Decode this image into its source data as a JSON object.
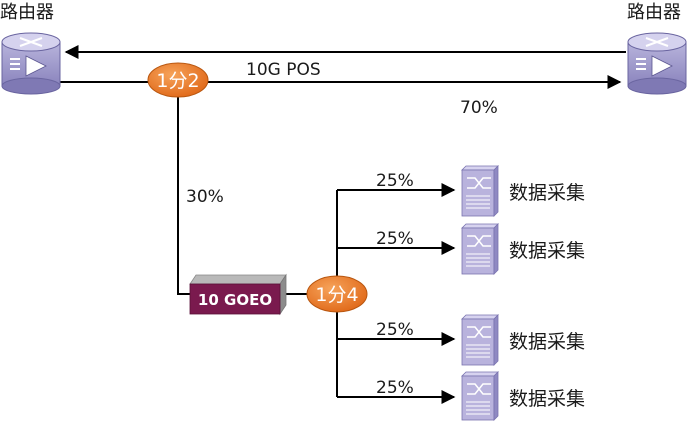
{
  "routers": {
    "left_label": "路由器",
    "right_label": "路由器"
  },
  "link": {
    "label": "10G POS",
    "pass_percent": "70%"
  },
  "splitter_1": {
    "label": "1分2"
  },
  "branch": {
    "percent": "30%"
  },
  "goeo": {
    "label": "10 GOEO"
  },
  "splitter_2": {
    "label": "1分4"
  },
  "collectors": [
    {
      "percent": "25%",
      "label": "数据采集"
    },
    {
      "percent": "25%",
      "label": "数据采集"
    },
    {
      "percent": "25%",
      "label": "数据采集"
    },
    {
      "percent": "25%",
      "label": "数据采集"
    }
  ],
  "colors": {
    "router_body": "#9c97c9",
    "splitter_fill": "#e87a2a",
    "goeo_front": "#7a1a4e",
    "collector_body": "#b9b3dd",
    "line": "#000000"
  }
}
